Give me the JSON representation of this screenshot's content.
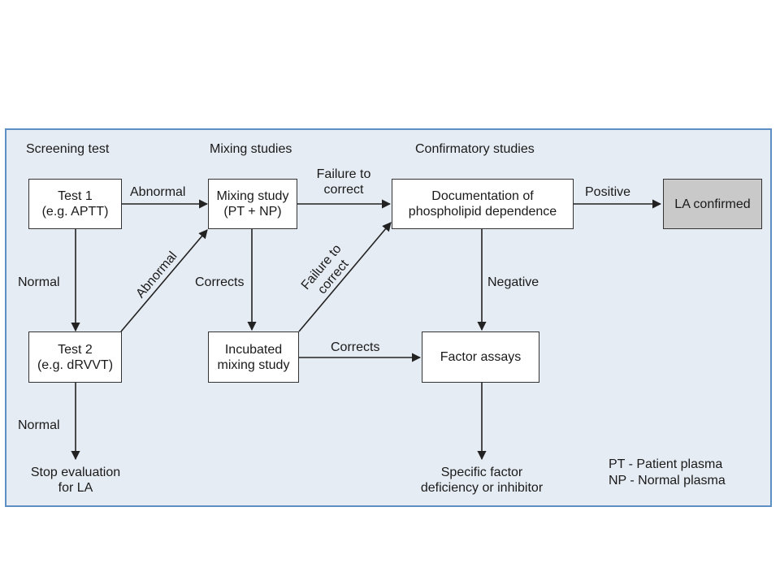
{
  "headers": {
    "screening": "Screening test",
    "mixing": "Mixing studies",
    "confirmatory": "Confirmatory studies"
  },
  "boxes": {
    "test1": "Test 1\n(e.g. APTT)",
    "mixing_study": "Mixing study\n(PT + NP)",
    "documentation": "Documentation of\nphospholipid dependence",
    "la_confirmed": "LA confirmed",
    "test2": "Test 2\n(e.g. dRVVT)",
    "incubated": "Incubated\nmixing study",
    "factor_assays": "Factor assays"
  },
  "edge_labels": {
    "abnormal_1": "Abnormal",
    "failure_1": "Failure to\ncorrect",
    "positive": "Positive",
    "normal_1": "Normal",
    "abnormal_2": "Abnormal",
    "corrects_1": "Corrects",
    "failure_2": "Failure to\ncorrect",
    "negative": "Negative",
    "corrects_2": "Corrects",
    "normal_2": "Normal"
  },
  "outcomes": {
    "stop": "Stop evaluation\nfor LA",
    "specific": "Specific factor\ndeficiency or inhibitor"
  },
  "legend": {
    "pt": "PT - Patient plasma",
    "np": "NP - Normal plasma"
  },
  "colors": {
    "background": "#e6ecf3",
    "border": "#5d8fc4",
    "highlight_box": "#c9c9c9"
  }
}
